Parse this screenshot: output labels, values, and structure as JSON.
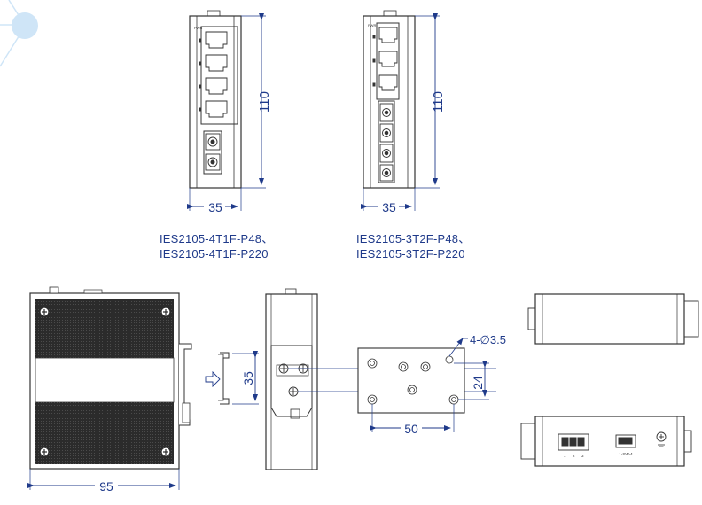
{
  "dims": {
    "front_a_height": "110",
    "front_a_width": "35",
    "front_b_height": "110",
    "front_b_width": "35",
    "side_width": "95",
    "rail_height": "35",
    "hole_spec": "4-∅3.5",
    "hole_v_spacing": "24",
    "hole_h_spacing": "50"
  },
  "captions": {
    "model_a_line1": "IES2105-4T1F-P48、",
    "model_a_line2": "IES2105-4T1F-P220",
    "model_b_line1": "IES2105-3T2F-P48、",
    "model_b_line2": "IES2105-3T2F-P220"
  },
  "port_labels": {
    "pwr": "PWR",
    "dip_switch": "1-SW-4",
    "terminal_pins": [
      "1",
      "2",
      "3"
    ]
  },
  "colors": {
    "dimension": "#1f3a8a",
    "outline": "#333333",
    "panel_dark": "#2b2b2b",
    "accent_circle": "#cfe5f7"
  }
}
